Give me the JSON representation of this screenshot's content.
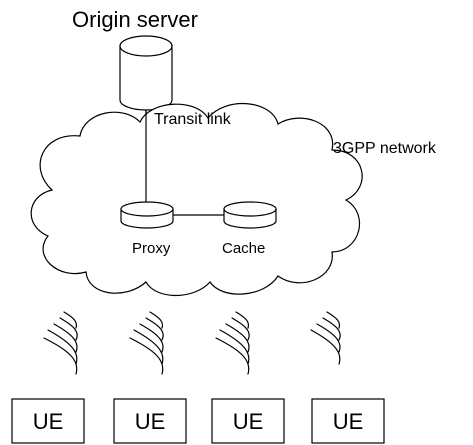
{
  "diagram": {
    "origin_server_label": "Origin server",
    "transit_link_label": "Transit link",
    "network_label": "3GPP network",
    "proxy_label": "Proxy",
    "cache_label": "Cache",
    "ue_labels": [
      "UE",
      "UE",
      "UE",
      "UE"
    ]
  }
}
